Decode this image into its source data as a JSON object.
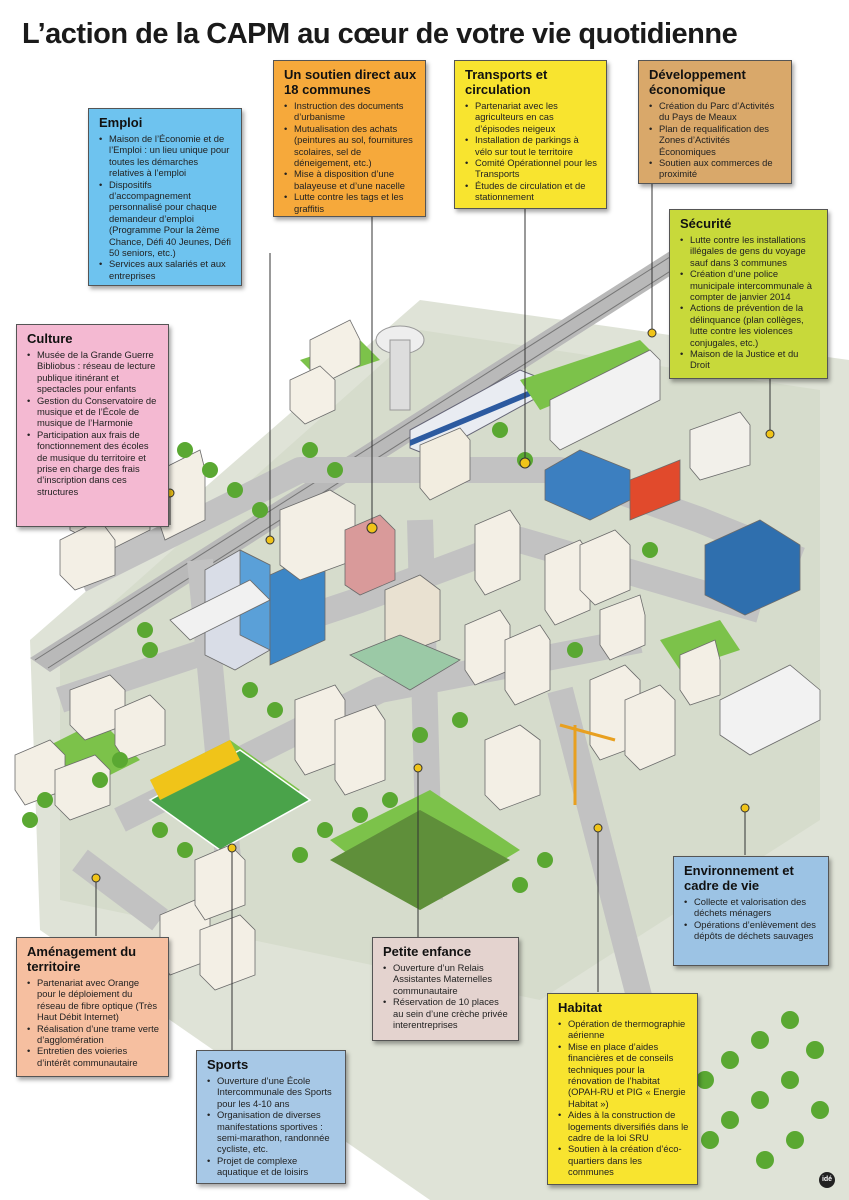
{
  "title": "L’action de la CAPM au cœur de votre vie quotidienne",
  "logo_text": "idé",
  "boxes": [
    {
      "id": "emploi",
      "title": "Emploi",
      "color": "#6ec3ef",
      "items": [
        "Maison de l’Économie et de l’Emploi : un lieu unique pour toutes les démarches relatives à l’emploi",
        "Dispositifs d’accompagnement personnalisé pour chaque demandeur d’emploi (Programme Pour la 2ème Chance, Défi 40 Jeunes, Défi 50 seniors, etc.)",
        "Services aux salariés et aux entreprises"
      ]
    },
    {
      "id": "soutien",
      "title": "Un soutien direct aux 18 communes",
      "color": "#f6a93b",
      "items": [
        "Instruction des documents d’urbanisme",
        "Mutualisation des achats (peintures au sol, fournitures scolaires, sel de déneigement, etc.)",
        "Mise à disposition d’une balayeuse et d’une nacelle",
        "Lutte contre les tags et les graffitis"
      ]
    },
    {
      "id": "transports",
      "title": "Transports et circulation",
      "color": "#f8e42f",
      "items": [
        "Partenariat avec les agriculteurs en cas d’épisodes neigeux",
        "Installation de parkings à vélo sur tout le territoire",
        "Comité Opérationnel pour les Transports",
        "Études de circulation et de stationnement"
      ]
    },
    {
      "id": "developpement",
      "title": "Développement économique",
      "color": "#d9a86a",
      "items": [
        "Création du Parc d’Activités du Pays de Meaux",
        "Plan de requalification des Zones d’Activités Économiques",
        "Soutien aux commerces de proximité"
      ]
    },
    {
      "id": "securite",
      "title": "Sécurité",
      "color": "#c8d93a",
      "items": [
        "Lutte contre les installations illégales de gens du voyage sauf dans 3 communes",
        "Création d’une police municipale intercommunale à compter de janvier 2014",
        "Actions de prévention de la délinquance (plan collèges, lutte contre les violences conjugales, etc.)",
        "Maison de la Justice et du Droit"
      ]
    },
    {
      "id": "culture",
      "title": "Culture",
      "color": "#f4b9d2",
      "items": [
        "Musée de la Grande Guerre Bibliobus : réseau de lecture publique itinérant et spectacles pour enfants",
        "Gestion du Conservatoire de musique et de l’École de musique de l’Harmonie",
        "Participation aux frais de fonctionnement des écoles de musique du territoire et prise en charge des frais d’inscription dans ces structures"
      ]
    },
    {
      "id": "environnement",
      "title": "Environnement et cadre de vie",
      "color": "#9cc3e4",
      "items": [
        "Collecte et valorisation des déchets ménagers",
        "Opérations d’enlèvement des dépôts de déchets sauvages"
      ]
    },
    {
      "id": "amenagement",
      "title": "Aménagement du territoire",
      "color": "#f6bfa0",
      "items": [
        "Partenariat avec Orange pour le déploiement du réseau de fibre optique (Très Haut Débit Internet)",
        "Réalisation d’une trame verte d’agglomération",
        "Entretien des voieries d’intérêt communautaire"
      ]
    },
    {
      "id": "petite_enfance",
      "title": "Petite enfance",
      "color": "#e4d3cf",
      "items": [
        "Ouverture d’un Relais Assistantes Maternelles communautaire",
        "Réservation de 10 places au sein d’une crèche privée interentreprises"
      ]
    },
    {
      "id": "habitat",
      "title": "Habitat",
      "color": "#f8e42f",
      "items": [
        "Opération de thermographie aérienne",
        "Mise en place d’aides financières et de conseils techniques pour la rénovation de l’habitat (OPAH-RU et PIG « Energie Habitat »)",
        "Aides à la construction de logements diversifiés dans le cadre de la loi SRU",
        "Soutien à la création d’éco-quartiers dans les communes"
      ]
    },
    {
      "id": "sports",
      "title": "Sports",
      "color": "#a7c8e6",
      "items": [
        "Ouverture d’une École Intercommunale des Sports pour les 4-10 ans",
        "Organisation de diverses manifestations sportives : semi-marathon, randonnée cycliste, etc.",
        "Projet de complexe aquatique et de loisirs"
      ]
    }
  ]
}
